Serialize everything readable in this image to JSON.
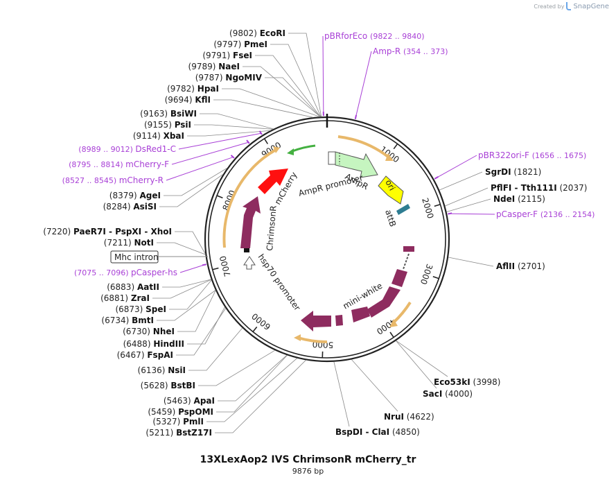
{
  "credit": {
    "created_by": "Created by",
    "brand": "SnapGene"
  },
  "plasmid": {
    "name": "13XLexAop2 IVS ChrimsonR mCherry_tr",
    "size_text": "9876 bp",
    "length": 9876
  },
  "ticks": [
    {
      "label": "1000",
      "pos": 1000
    },
    {
      "label": "2000",
      "pos": 2000
    },
    {
      "label": "3000",
      "pos": 3000
    },
    {
      "label": "4000",
      "pos": 4000
    },
    {
      "label": "5000",
      "pos": 5000
    },
    {
      "label": "6000",
      "pos": 6000
    },
    {
      "label": "7000",
      "pos": 7000
    },
    {
      "label": "8000",
      "pos": 8000
    },
    {
      "label": "9000",
      "pos": 9000
    }
  ],
  "enzymes_left": [
    {
      "pos": "(9802)",
      "name": "EcoRI",
      "bp": 9802
    },
    {
      "pos": "(9797)",
      "name": "PmeI",
      "bp": 9797
    },
    {
      "pos": "(9791)",
      "name": "FseI",
      "bp": 9791
    },
    {
      "pos": "(9789)",
      "name": "NaeI",
      "bp": 9789
    },
    {
      "pos": "(9787)",
      "name": "NgoMIV",
      "bp": 9787
    },
    {
      "pos": "(9782)",
      "name": "HpaI",
      "bp": 9782
    },
    {
      "pos": "(9694)",
      "name": "KflI",
      "bp": 9694
    },
    {
      "pos": "(9163)",
      "name": "BsiWI",
      "bp": 9163
    },
    {
      "pos": "(9155)",
      "name": "PsiI",
      "bp": 9155
    },
    {
      "pos": "(9114)",
      "name": "XbaI",
      "bp": 9114
    },
    {
      "pos": "(8379)",
      "name": "AgeI",
      "bp": 8379
    },
    {
      "pos": "(8284)",
      "name": "AsiSI",
      "bp": 8284
    },
    {
      "pos": "(7220)",
      "name": "PaeR7I - PspXI - XhoI",
      "bp": 7220
    },
    {
      "pos": "(7211)",
      "name": "NotI",
      "bp": 7211
    },
    {
      "pos": "(6883)",
      "name": "AatII",
      "bp": 6883
    },
    {
      "pos": "(6881)",
      "name": "ZraI",
      "bp": 6881
    },
    {
      "pos": "(6873)",
      "name": "SpeI",
      "bp": 6873
    },
    {
      "pos": "(6734)",
      "name": "BmtI",
      "bp": 6734
    },
    {
      "pos": "(6730)",
      "name": "NheI",
      "bp": 6730
    },
    {
      "pos": "(6488)",
      "name": "HindIII",
      "bp": 6488
    },
    {
      "pos": "(6467)",
      "name": "FspAI",
      "bp": 6467
    },
    {
      "pos": "(6136)",
      "name": "NsiI",
      "bp": 6136
    },
    {
      "pos": "(5628)",
      "name": "BstBI",
      "bp": 5628
    },
    {
      "pos": "(5463)",
      "name": "ApaI",
      "bp": 5463
    },
    {
      "pos": "(5459)",
      "name": "PspOMI",
      "bp": 5459
    },
    {
      "pos": "(5327)",
      "name": "PmlI",
      "bp": 5327
    },
    {
      "pos": "(5211)",
      "name": "BstZ17I",
      "bp": 5211
    }
  ],
  "enzymes_right": [
    {
      "name": "SgrDI",
      "pos": "(1821)",
      "bp": 1821
    },
    {
      "name": "PflFI - Tth111I",
      "pos": "(2037)",
      "bp": 2037
    },
    {
      "name": "NdeI",
      "pos": "(2115)",
      "bp": 2115
    },
    {
      "name": "AflII",
      "pos": "(2701)",
      "bp": 2701
    },
    {
      "name": "Eco53kI",
      "pos": "(3998)",
      "bp": 3998
    },
    {
      "name": "SacI",
      "pos": "(4000)",
      "bp": 4000
    },
    {
      "name": "NruI",
      "pos": "(4622)",
      "bp": 4622
    },
    {
      "name": "BspDI - ClaI",
      "pos": "(4850)",
      "bp": 4850
    }
  ],
  "primers": [
    {
      "name": "pBRforEco",
      "range": "(9822 .. 9840)",
      "bp": 9831
    },
    {
      "name": "Amp-R",
      "range": "(354 .. 373)",
      "bp": 363
    },
    {
      "name": "pBR322ori-F",
      "range": "(1656 .. 1675)",
      "bp": 1665
    },
    {
      "name": "pCasper-F",
      "range": "(2136 .. 2154)",
      "bp": 2145
    },
    {
      "name": "DsRed1-C",
      "range": "(8989 .. 9012)",
      "bp": 9000
    },
    {
      "name": "mCherry-F",
      "range": "(8795 .. 8814)",
      "bp": 8804
    },
    {
      "name": "mCherry-R",
      "range": "(8527 .. 8545)",
      "bp": 8536
    },
    {
      "name": "pCasper-hs",
      "range": "(7075 .. 7096)",
      "bp": 7085
    }
  ],
  "features": {
    "mhc_intron": "Mhc intron",
    "labels": [
      "AmpR",
      "AmpR promoter",
      "ori",
      "attB",
      "mini-white",
      "hsp70 promoter",
      "ChrimsonR",
      "mCherry"
    ]
  },
  "colors": {
    "primer": "#a83fd6",
    "ampr": "#c6f5c0",
    "ori": "#ffff00",
    "attb": "#2e7d92",
    "mini_white": "#8e2c5f",
    "chrimson": "#8e2c5f",
    "mcherry": "#ff1010",
    "orf": "#e8b86a"
  }
}
